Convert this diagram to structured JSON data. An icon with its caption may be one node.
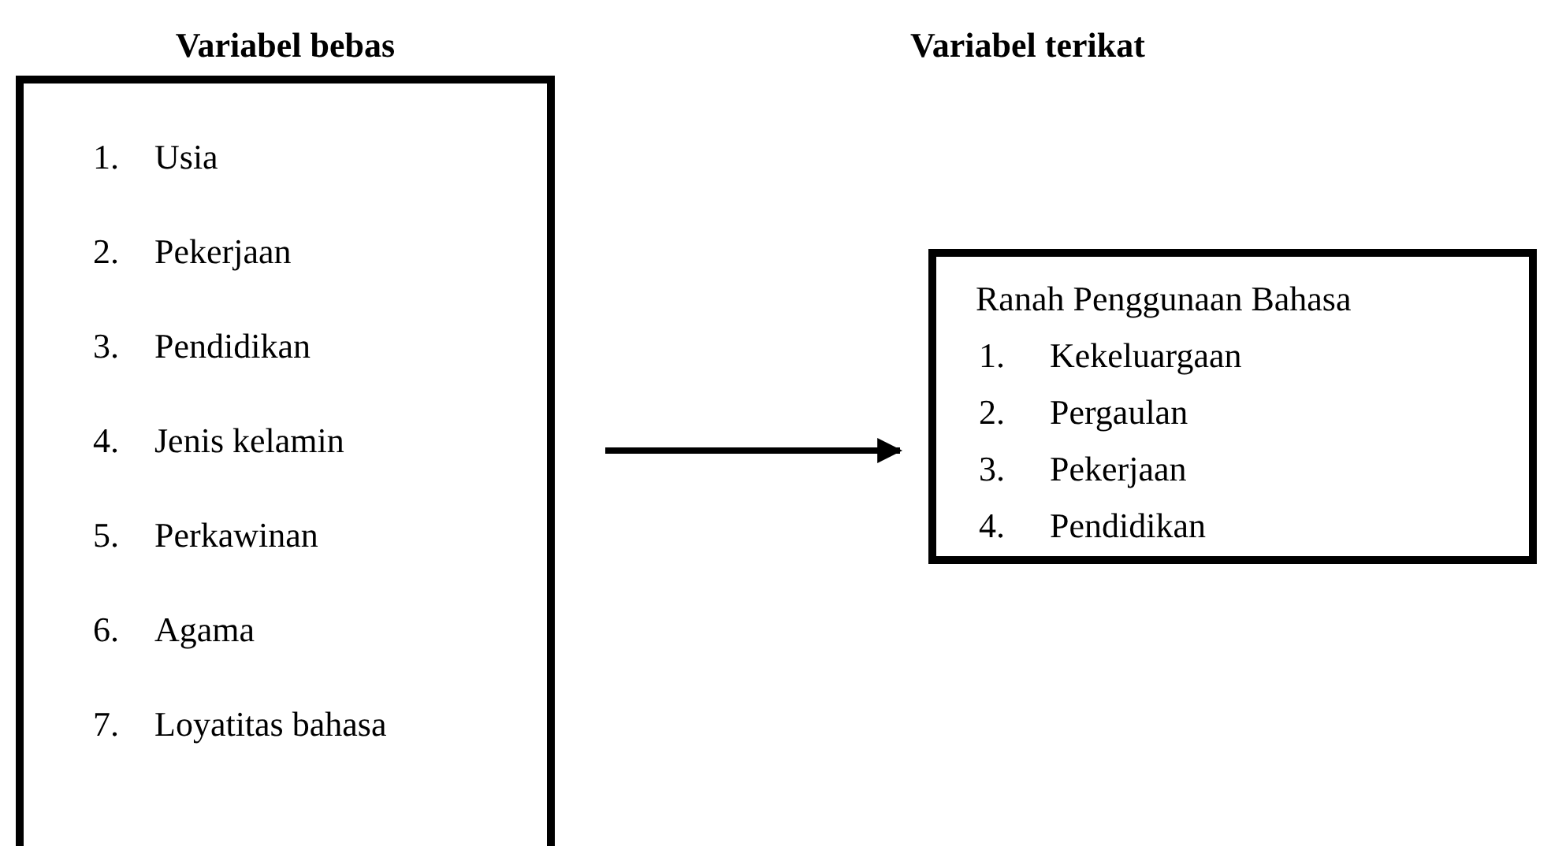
{
  "diagram": {
    "nodes": [
      {
        "text": [
          "Variabel bebas",
          "1. Usia",
          "2. Pekerjaan",
          "3. Pendidikan",
          "4. Jenis kelamin",
          "5. Perkawinan",
          "6. Agama",
          "7. Loyatitas bahasa"
        ]
      },
      {
        "text": [
          "Ranah Penggunaan Bahasa",
          "1. Kekeluargaan",
          "2. Pergaulan",
          "3. Pekerjaan",
          "4. Pendidikan"
        ]
      }
    ],
    "edges": [
      {
        "from": 0,
        "to": 1,
        "arrow": "to"
      }
    ],
    "labels": [
      "Variabel terikat"
    ]
  }
}
